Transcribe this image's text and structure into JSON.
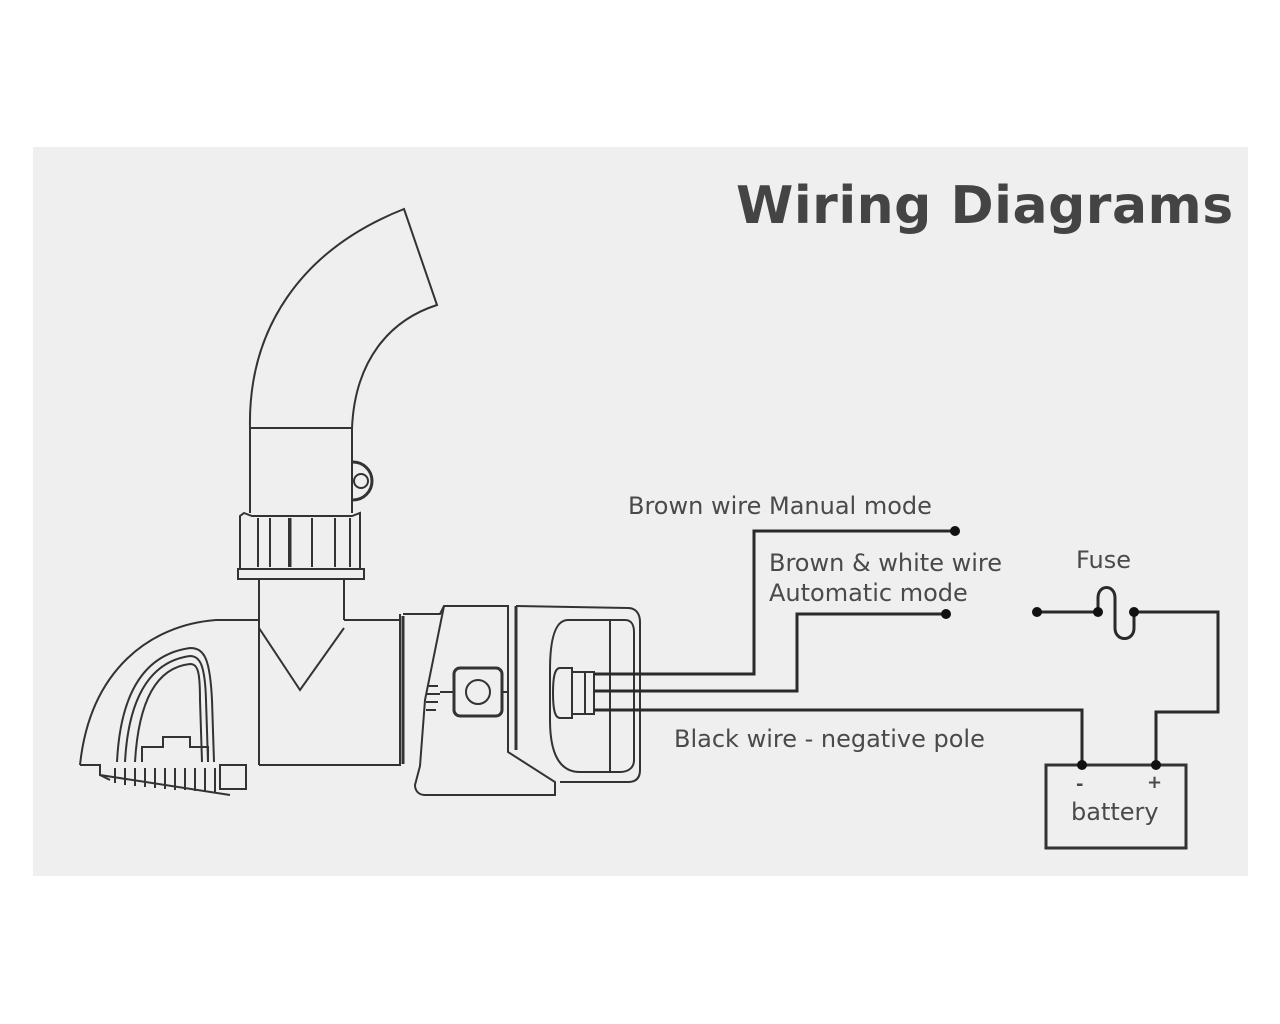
{
  "title": "Wiring Diagrams",
  "labels": {
    "manual": "Brown wire Manual mode",
    "auto_line1": "Brown & white wire",
    "auto_line2": "Automatic mode",
    "fuse": "Fuse",
    "black": "Black wire - negative pole",
    "battery": "battery",
    "battery_negative": "-",
    "battery_positive": "+"
  },
  "colors": {
    "background": "#efefef",
    "text": "#444444",
    "line": "#333333"
  }
}
